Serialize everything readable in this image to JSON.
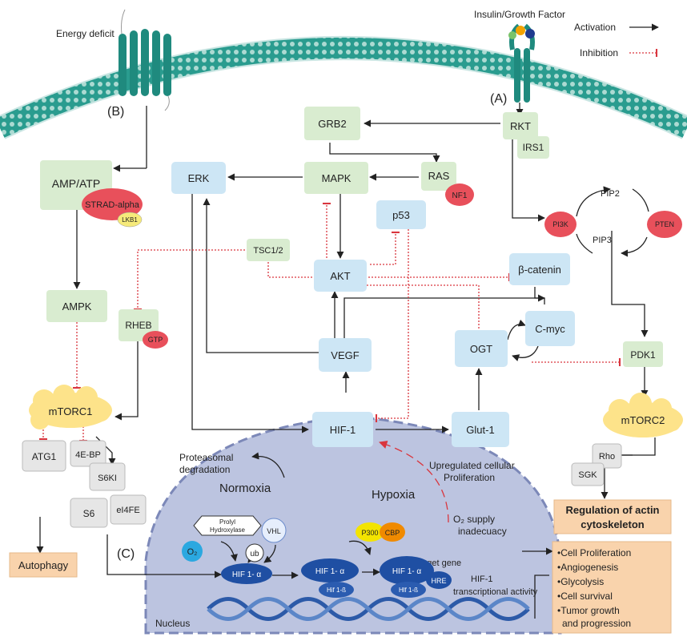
{
  "labels": {
    "energy_deficit": "Energy deficit",
    "insulin": "Insulin/Growth Factor",
    "activation": "Activation",
    "inhibition": "Inhibition",
    "b": "(B)",
    "a": "(A)",
    "c": "(C)",
    "proteasomal1": "Proteasomal",
    "proteasomal2": "degradation",
    "normoxia": "Normoxia",
    "hypoxia": "Hypoxia",
    "upregulated1": "Upregulated cellular",
    "upregulated2": "Proliferation",
    "o2supply1": "O₂ supply",
    "o2supply2": "inadecuacy",
    "target_gene": "Target gene",
    "hif1_act1": "HIF-1",
    "hif1_act2": "transcriptional activity",
    "nucleus": "Nucleus",
    "pip2": "PIP2",
    "pip3": "PIP3"
  },
  "nodes": {
    "grb2": "GRB2",
    "rkt": "RKT",
    "irs1": "IRS1",
    "erk": "ERK",
    "mapk": "MAPK",
    "ras": "RAS",
    "nf1": "NF1",
    "amp_atp": "AMP/ATP",
    "strad": "STRAD-alpha",
    "lkb1": "LKB1",
    "p53": "p53",
    "pi3k": "PI3K",
    "pten": "PTEN",
    "tsc": "TSC1/2",
    "akt": "AKT",
    "bcatenin": "β-catenin",
    "ampk": "AMPK",
    "rheb": "RHEB",
    "gtp": "GTP",
    "cmyc": "C-myc",
    "ogt": "OGT",
    "vegf": "VEGF",
    "pdk1": "PDK1",
    "mtorc1": "mTORC1",
    "mtorc2": "mTORC2",
    "hif1": "HIF-1",
    "glut1": "Glut-1",
    "atg1": "ATG1",
    "ebp": "4E-BP",
    "s6ki": "S6KI",
    "s6": "S6",
    "eif4e": "eI4FE",
    "rho": "Rho",
    "sgk": "SGK",
    "autophagy": "Autophagy",
    "actin1": "Regulation of actin",
    "actin2": "cytoskeleton",
    "prolyl1": "Prolyl",
    "prolyl2": "Hydroxylase",
    "vhl": "VHL",
    "ub": "ub",
    "o2": "O₂",
    "hif1a_1": "HIF 1- α",
    "hif1a_2": "HIF 1- α",
    "hif1b_2": "Hif 1-ß",
    "p300": "P300",
    "cbp": "CBP",
    "hif1a_3": "HIF 1- α",
    "hif1b_3": "Hlf 1-ß",
    "hre": "HRE"
  },
  "outcomes": [
    "•Cell Proliferation",
    "•Angiogenesis",
    "•Glycolysis",
    "•Cell survival",
    "•Tumor growth",
    "and progression"
  ],
  "colors": {
    "green_box": "#d9ecd0",
    "blue_box": "#cde6f5",
    "red_oval": "#e8505b",
    "yellow_cloud": "#fde38a",
    "grey_box": "#e6e6e6",
    "orange_box": "#f9d3ac",
    "membrane": "#2a9d8f",
    "nucleus": "#bcc4e0",
    "hif_blue": "#1f4fa3",
    "activation_arrow": "#222222",
    "inhibition_line": "#d9363e"
  }
}
